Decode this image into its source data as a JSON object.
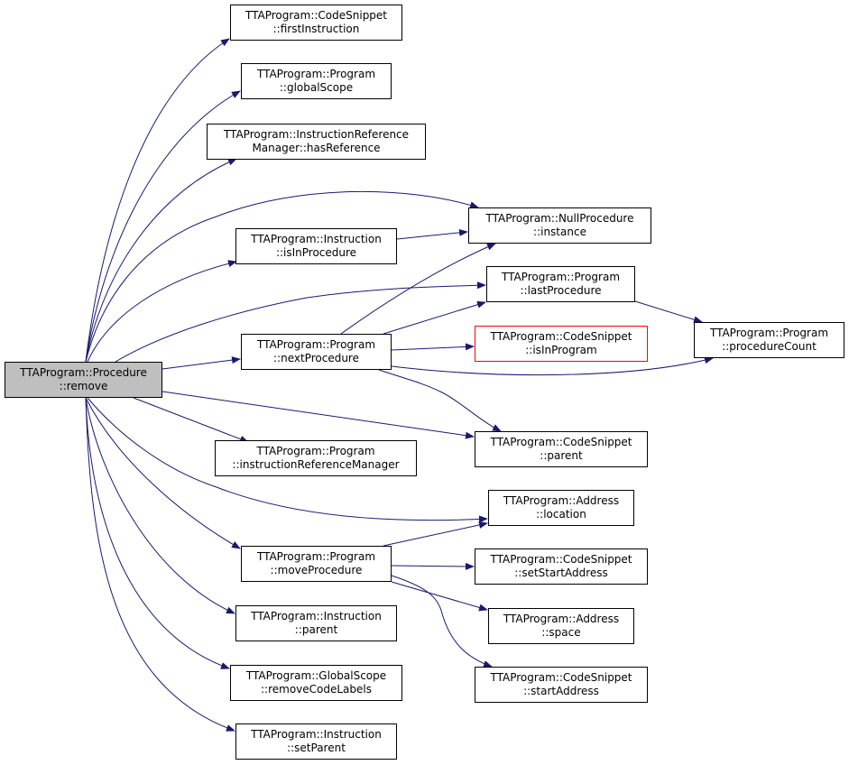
{
  "colors": {
    "edge": "#191970",
    "root_fill": "#bfbfbf",
    "node_border": "#000000",
    "highlight_border": "#ff0000"
  },
  "nodes": {
    "root": {
      "l1": "TTAProgram::Procedure",
      "l2": "::remove"
    },
    "first": {
      "l1": "TTAProgram::CodeSnippet",
      "l2": "::firstInstruction"
    },
    "global": {
      "l1": "TTAProgram::Program",
      "l2": "::globalScope"
    },
    "hasref": {
      "l1": "TTAProgram::InstructionReference",
      "l2": "Manager::hasReference"
    },
    "isinproc": {
      "l1": "TTAProgram::Instruction",
      "l2": "::isInProcedure"
    },
    "nextproc": {
      "l1": "TTAProgram::Program",
      "l2": "::nextProcedure"
    },
    "irm": {
      "l1": "TTAProgram::Program",
      "l2": "::instructionReferenceManager"
    },
    "moveproc": {
      "l1": "TTAProgram::Program",
      "l2": "::moveProcedure"
    },
    "instparent": {
      "l1": "TTAProgram::Instruction",
      "l2": "::parent"
    },
    "removelabels": {
      "l1": "TTAProgram::GlobalScope",
      "l2": "::removeCodeLabels"
    },
    "setparent": {
      "l1": "TTAProgram::Instruction",
      "l2": "::setParent"
    },
    "nullinst": {
      "l1": "TTAProgram::NullProcedure",
      "l2": "::instance"
    },
    "lastproc": {
      "l1": "TTAProgram::Program",
      "l2": "::lastProcedure"
    },
    "isinprog": {
      "l1": "TTAProgram::CodeSnippet",
      "l2": "::isInProgram"
    },
    "snipparent": {
      "l1": "TTAProgram::CodeSnippet",
      "l2": "::parent"
    },
    "location": {
      "l1": "TTAProgram::Address",
      "l2": "::location"
    },
    "setstart": {
      "l1": "TTAProgram::CodeSnippet",
      "l2": "::setStartAddress"
    },
    "space": {
      "l1": "TTAProgram::Address",
      "l2": "::space"
    },
    "startaddr": {
      "l1": "TTAProgram::CodeSnippet",
      "l2": "::startAddress"
    },
    "proccount": {
      "l1": "TTAProgram::Program",
      "l2": "::procedureCount"
    }
  }
}
